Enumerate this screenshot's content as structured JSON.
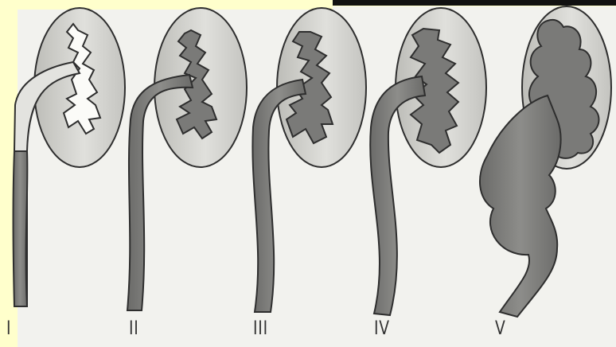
{
  "grades": [
    {
      "label": "I"
    },
    {
      "label": "II"
    },
    {
      "label": "III"
    },
    {
      "label": "IV"
    },
    {
      "label": "V"
    }
  ],
  "colors": {
    "background": "#ffffcc",
    "scan_paper": "#f2f2ee",
    "kidney_fill": "#cfcfcb",
    "contrast_fill": "#7a7a78",
    "outline": "#2e2e2e"
  }
}
